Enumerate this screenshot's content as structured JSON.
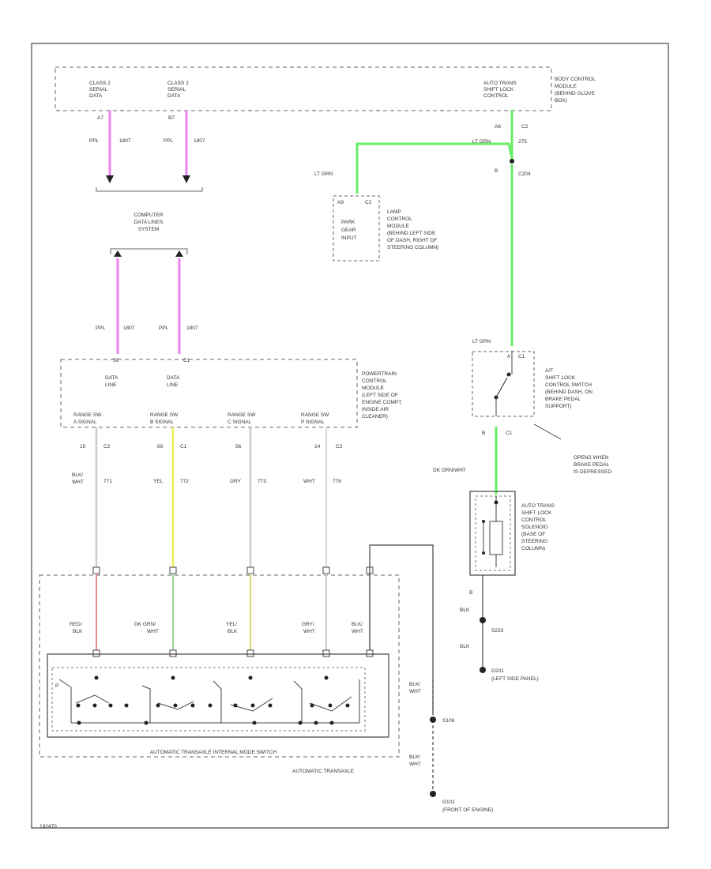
{
  "bcm": {
    "serial1": [
      "CLASS 2",
      "SERIAL",
      "DATA"
    ],
    "serial2": [
      "CLASS 2",
      "SERIAL",
      "DATA"
    ],
    "shiftlock": [
      "AUTO TRANS",
      "SHIFT LOCK",
      "CONTROL"
    ],
    "name": [
      "BODY CONTROL",
      "MODULE",
      "(BEHIND GLOVE",
      "BOX)"
    ],
    "pin1": "A7",
    "pin2": "B7",
    "pin3": "A6",
    "conn3": "C2"
  },
  "wires": {
    "ppl": "PPL",
    "ckt": "1807",
    "ltgrn": "LT GRN",
    "c275": "275",
    "b": "B",
    "c204": "C204"
  },
  "lamp": {
    "pins": [
      "A9",
      "C2"
    ],
    "inside": [
      "PARK",
      "GEAR",
      "INPUT"
    ],
    "name": [
      "LAMP",
      "CONTROL",
      "MODULE",
      "(BEHIND LEFT SIDE",
      "OF DASH, RIGHT OF",
      "STEERING COLUMN)"
    ]
  },
  "cdl": [
    "COMPUTER",
    "DATA LINES",
    "SYSTEM"
  ],
  "pcm": {
    "pins": [
      "58",
      "C1"
    ],
    "data": [
      "DATA",
      "LINE"
    ],
    "ranges": [
      {
        "l1": "RANGE SW",
        "l2": "A SIGNAL",
        "pin": "15",
        "conn": "C2",
        "color": "BLK/",
        "color2": "WHT",
        "ckt": "771"
      },
      {
        "l1": "RANGE SW",
        "l2": "B SIGNAL",
        "pin": "69",
        "conn": "C1",
        "color": "YEL",
        "color2": "",
        "ckt": "772"
      },
      {
        "l1": "RANGE SW",
        "l2": "C SIGNAL",
        "pin": "56",
        "conn": "",
        "color": "GRY",
        "color2": "",
        "ckt": "773"
      },
      {
        "l1": "RANGE SW",
        "l2": "P SIGNAL",
        "pin": "14",
        "conn": "C2",
        "color": "WHT",
        "color2": "",
        "ckt": "776"
      }
    ],
    "name": [
      "POWERTRAIN",
      "CONTROL",
      "MODULE",
      "(LEFT SIDE OF",
      "ENGINE COMPT,",
      "INSIDE AIR",
      "CLEANER)"
    ]
  },
  "switch": {
    "pins": [
      "A",
      "C1"
    ],
    "name": [
      "A/T",
      "SHIFT LOCK",
      "CONTROL SWITCH",
      "(BEHIND DASH, ON",
      "BRAKE PEDAL",
      "SUPPORT)"
    ],
    "note": [
      "OPENS WHEN",
      "BRAKE PEDAL",
      "IS DEPRESSED"
    ],
    "pinB": "B",
    "connB": "C1",
    "wire": "DK GRN/WHT"
  },
  "solenoid": {
    "name": [
      "AUTO TRANS",
      "SHIFT LOCK",
      "CONTROL",
      "SOLENOID",
      "(BASE OF",
      "STEERING",
      "COLUMN)"
    ],
    "pinB": "B",
    "blk": "BLK",
    "s233": "S233",
    "g201": "G201",
    "g201loc": "(LEFT SIDE PANEL)"
  },
  "trans": {
    "wires": [
      {
        "c1": "RED/",
        "c2": "BLK"
      },
      {
        "c1": "DK GRN/",
        "c2": "WHT"
      },
      {
        "c1": "YEL/",
        "c2": "BLK"
      },
      {
        "c1": "GRY/",
        "c2": "WHT"
      },
      {
        "c1": "BLK/",
        "c2": "WHT"
      }
    ],
    "imsLabel": "AUTOMATIC TRANSAXLE INTERNAL MODE SWITCH",
    "label": "AUTOMATIC TRANSAXLE",
    "p": "P",
    "blkwht": [
      "BLK/",
      "WHT"
    ],
    "s106": "S106",
    "g101": "G101",
    "g101loc": "(FRONT OF ENGINE)"
  },
  "figure": "192470",
  "colors": {
    "ppl": "#ee82ee",
    "ltgrn": "#66ee66",
    "yel": "#eeee55",
    "red": "#e88a8a",
    "grn": "#9ad49a",
    "wht": "#cccccc"
  }
}
